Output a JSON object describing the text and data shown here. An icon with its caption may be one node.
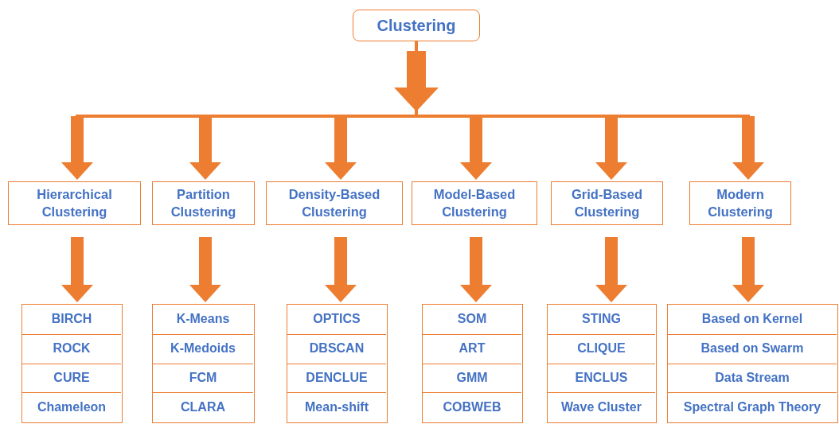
{
  "diagram": {
    "nodes": [
      {
        "text": [
          "Clustering"
        ]
      },
      {
        "text": [
          "Hierarchical Clustering"
        ]
      },
      {
        "text": [
          "Partition Clustering"
        ]
      },
      {
        "text": [
          "Density-Based Clustering"
        ]
      },
      {
        "text": [
          "Model-Based Clustering"
        ]
      },
      {
        "text": [
          "Grid-Based Clustering"
        ]
      },
      {
        "text": [
          "Modern Clustering"
        ]
      },
      {
        "text": [],
        "shape": "box"
      },
      {
        "text": [
          "BIRCH"
        ],
        "in": 7
      },
      {
        "text": [
          "ROCK"
        ],
        "in": 7
      },
      {
        "text": [
          "CURE"
        ],
        "in": 7
      },
      {
        "text": [
          "Chameleon"
        ],
        "in": 7
      },
      {
        "text": [],
        "shape": "box"
      },
      {
        "text": [
          "K-Means"
        ],
        "in": 12
      },
      {
        "text": [
          "K-Medoids"
        ],
        "in": 12
      },
      {
        "text": [
          "FCM"
        ],
        "in": 12
      },
      {
        "text": [
          "CLARA"
        ],
        "in": 12
      },
      {
        "text": [],
        "shape": "box"
      },
      {
        "text": [
          "OPTICS"
        ],
        "in": 17
      },
      {
        "text": [
          "DBSCAN"
        ],
        "in": 17
      },
      {
        "text": [
          "DENCLUE"
        ],
        "in": 17
      },
      {
        "text": [
          "Mean-shift"
        ],
        "in": 17
      },
      {
        "text": [],
        "shape": "box"
      },
      {
        "text": [
          "SOM"
        ],
        "in": 22
      },
      {
        "text": [
          "ART"
        ],
        "in": 22
      },
      {
        "text": [
          "GMM"
        ],
        "in": 22
      },
      {
        "text": [
          "COBWEB"
        ],
        "in": 22
      },
      {
        "text": [],
        "shape": "box"
      },
      {
        "text": [
          "STING"
        ],
        "in": 27
      },
      {
        "text": [
          "CLIQUE"
        ],
        "in": 27
      },
      {
        "text": [
          "ENCLUS"
        ],
        "in": 27
      },
      {
        "text": [
          "Wave Cluster"
        ],
        "in": 27
      },
      {
        "text": [],
        "shape": "box"
      },
      {
        "text": [
          "Based on Kernel"
        ],
        "in": 32
      },
      {
        "text": [
          "Based on Swarm"
        ],
        "in": 32
      },
      {
        "text": [
          "Data Stream"
        ],
        "in": 32
      },
      {
        "text": [
          "Spectral Graph Theory"
        ],
        "in": 32
      }
    ],
    "edges": [
      {
        "from": 0,
        "to": 1,
        "arrow": "to"
      },
      {
        "from": 0,
        "to": 2,
        "arrow": "to"
      },
      {
        "from": 0,
        "to": 3,
        "arrow": "to"
      },
      {
        "from": 0,
        "to": 4,
        "arrow": "to"
      },
      {
        "from": 0,
        "to": 5,
        "arrow": "to"
      },
      {
        "from": 0,
        "to": 6,
        "arrow": "to"
      },
      {
        "from": 1,
        "to": 7,
        "arrow": "to",
        "style": "thick"
      },
      {
        "from": 2,
        "to": 12,
        "arrow": "to",
        "style": "thick"
      },
      {
        "from": 3,
        "to": 17,
        "arrow": "to",
        "style": "thick"
      },
      {
        "from": 4,
        "to": 22,
        "arrow": "to",
        "style": "thick"
      },
      {
        "from": 5,
        "to": 27,
        "arrow": "to",
        "style": "thick"
      },
      {
        "from": 6,
        "to": 32,
        "arrow": "to",
        "style": "thick"
      }
    ]
  }
}
